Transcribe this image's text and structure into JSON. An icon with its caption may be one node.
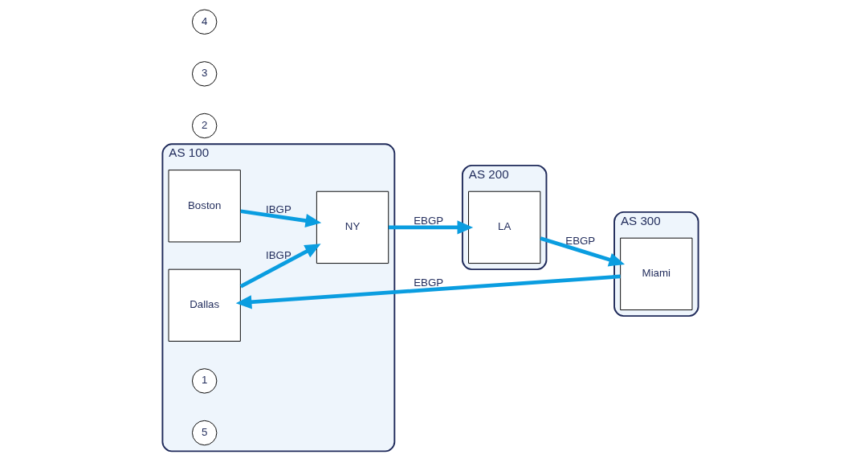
{
  "diagram": {
    "nodes": [
      {
        "text": [
          "AS 100"
        ]
      },
      {
        "text": [
          "NY"
        ],
        "in": 0
      },
      {
        "text": [
          "Boston"
        ],
        "in": 0
      },
      {
        "text": [
          "Dallas"
        ],
        "in": 0
      },
      {
        "text": [
          "AS 200"
        ]
      },
      {
        "text": [
          "LA"
        ],
        "in": 4
      },
      {
        "text": [
          "AS 300"
        ]
      },
      {
        "text": [
          "Miami"
        ],
        "in": 6
      },
      {
        "text": [
          "1"
        ],
        "in": 0
      },
      {
        "text": [
          "2"
        ]
      },
      {
        "text": [
          "3"
        ]
      },
      {
        "text": [
          "4"
        ]
      },
      {
        "text": [
          "5"
        ],
        "in": 0
      }
    ],
    "edges": [
      {
        "from": 2,
        "to": 1,
        "arrow": "to",
        "label": "IBGP"
      },
      {
        "from": 1,
        "to": 5,
        "arrow": "to",
        "label": "EBGP"
      },
      {
        "from": 5,
        "to": 7,
        "arrow": "to",
        "label": "EBGP"
      },
      {
        "from": 7,
        "to": 3,
        "arrow": "to",
        "label": "EBGP"
      },
      {
        "from": 3,
        "to": 1,
        "arrow": "to",
        "label": "IBGP"
      }
    ]
  }
}
